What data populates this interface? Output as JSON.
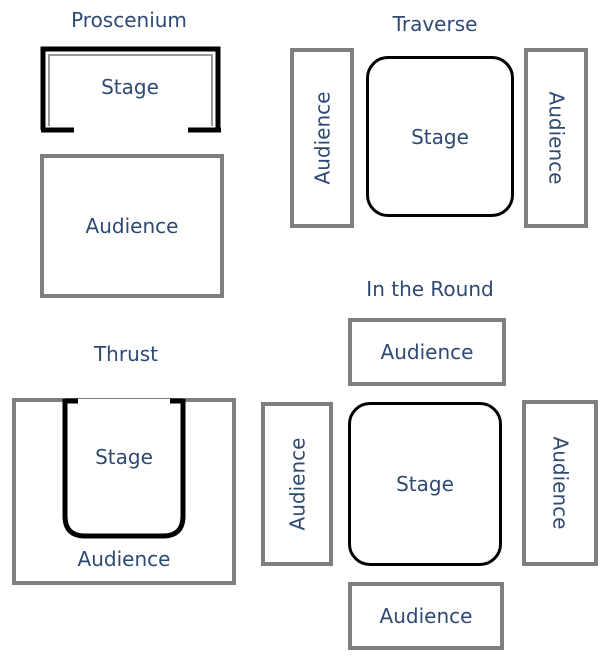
{
  "sections": {
    "proscenium": {
      "title": "Proscenium",
      "stage": "Stage",
      "audience": "Audience"
    },
    "traverse": {
      "title": "Traverse",
      "stage": "Stage",
      "audience_left": "Audience",
      "audience_right": "Audience"
    },
    "thrust": {
      "title": "Thrust",
      "stage": "Stage",
      "audience": "Audience"
    },
    "in_the_round": {
      "title": "In the Round",
      "stage": "Stage",
      "audience_top": "Audience",
      "audience_left": "Audience",
      "audience_right": "Audience",
      "audience_bottom": "Audience"
    }
  },
  "colors": {
    "text": "#2e4a73",
    "audience_border": "#7f7f7f",
    "stage_border": "#000000"
  }
}
